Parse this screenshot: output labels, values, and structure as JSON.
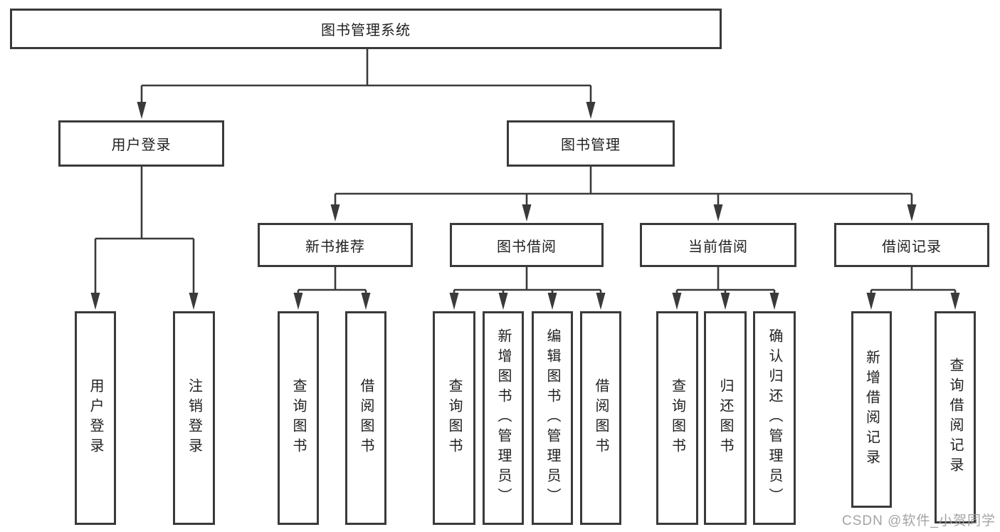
{
  "tree": {
    "label": "图书管理系统",
    "children": [
      {
        "label": "用户登录",
        "children": [
          {
            "label": "用户登录"
          },
          {
            "label": "注销登录"
          }
        ]
      },
      {
        "label": "图书管理",
        "children": [
          {
            "label": "新书推荐",
            "children": [
              {
                "label": "查询图书"
              },
              {
                "label": "借阅图书"
              }
            ]
          },
          {
            "label": "图书借阅",
            "children": [
              {
                "label": "查询图书"
              },
              {
                "label": "新增图书（管理员）"
              },
              {
                "label": "编辑图书（管理员）"
              },
              {
                "label": "借阅图书"
              }
            ]
          },
          {
            "label": "当前借阅",
            "children": [
              {
                "label": "查询图书"
              },
              {
                "label": "归还图书"
              },
              {
                "label": "确认归还（管理员）"
              }
            ]
          },
          {
            "label": "借阅记录",
            "children": [
              {
                "label": "新增借阅记录"
              },
              {
                "label": "查询借阅记录"
              }
            ]
          }
        ]
      }
    ]
  },
  "watermark": "CSDN @软件_小贺同学",
  "colors": {
    "line": "#3a3a3a",
    "text": "#212121",
    "box_fill": "#ffffff",
    "background": "#ffffff",
    "watermark": "#9c9c9c"
  }
}
